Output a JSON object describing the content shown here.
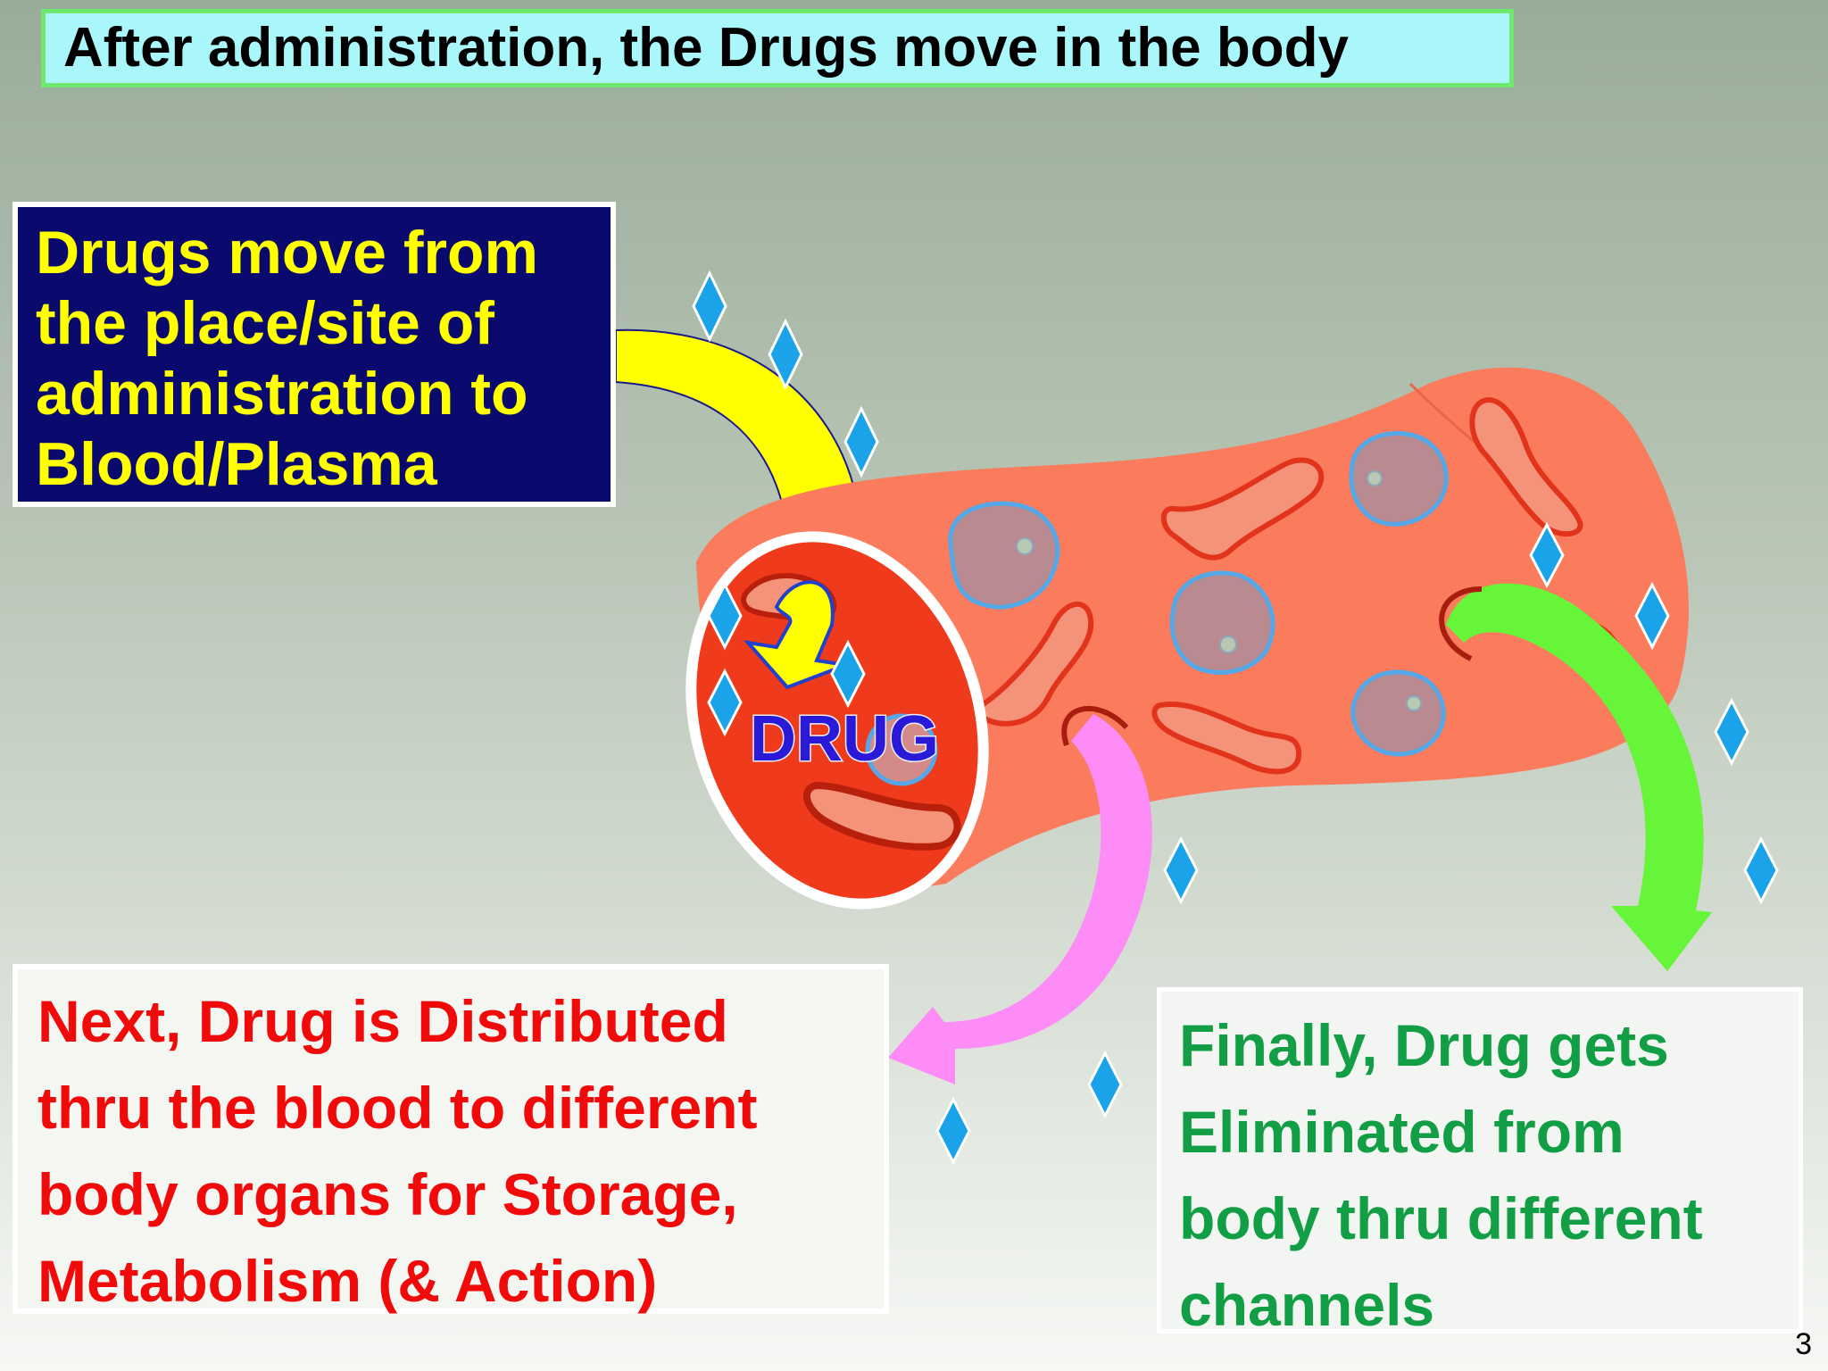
{
  "title": "After administration, the Drugs move in the body",
  "admin_box": {
    "lines": [
      "Drugs move from",
      "the place/site of",
      "administration to",
      "Blood/Plasma"
    ]
  },
  "distribution_box": {
    "lines": [
      "Next, Drug is Distributed",
      "thru the blood to different",
      "body organs for Storage,",
      "Metabolism (& Action)"
    ]
  },
  "elimination_box": {
    "lines": [
      "Finally, Drug gets",
      "Eliminated from",
      "body thru different",
      "channels"
    ]
  },
  "vessel": {
    "drug_label": "DRUG"
  },
  "colors": {
    "title_bg": "#aaf7fb",
    "title_border": "#6ee86e",
    "admin_bg": "#0a0a6e",
    "admin_text": "#ffff00",
    "distribution_text": "#f00a0a",
    "elimination_text": "#129e45",
    "vessel": "#fb7b5d",
    "vessel_opening": "#f03a1c",
    "arrow_absorption": "#ffff00",
    "arrow_distribution": "#fd8cf6",
    "arrow_elimination": "#66f539",
    "drug_particles": "#1aa3e8"
  },
  "page_number": "3"
}
